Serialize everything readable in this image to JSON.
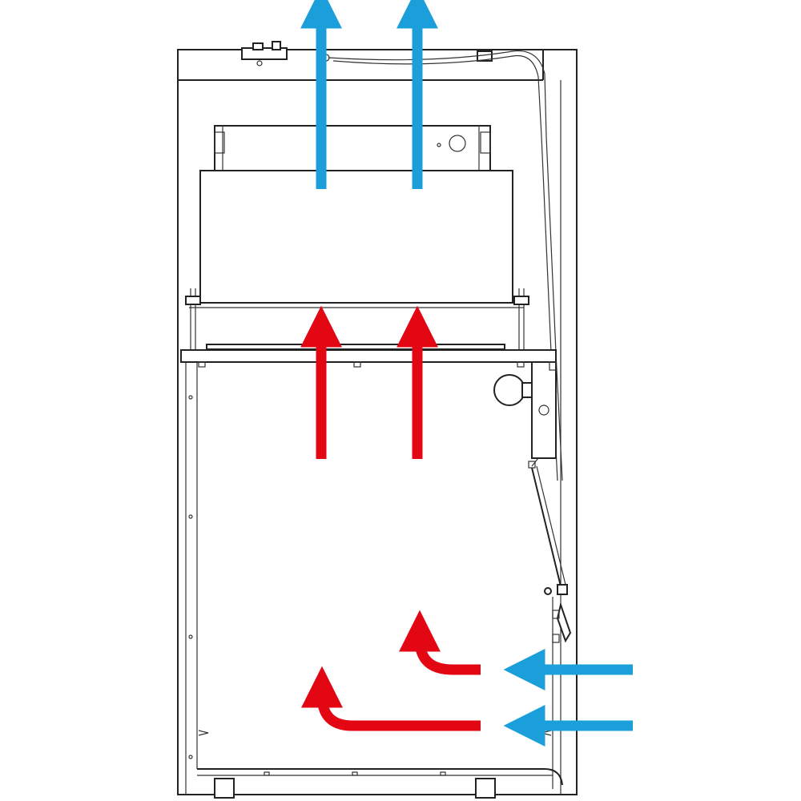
{
  "diagram": {
    "colors": {
      "cool_air": "#1a9fdb",
      "warm_air": "#e30613",
      "outline": "#222222",
      "background": "#ffffff"
    },
    "arrows": {
      "exhaust_outlet": {
        "color": "cool_air",
        "count": 2,
        "direction": "up"
      },
      "filter_upflow": {
        "color": "warm_air",
        "count": 2,
        "direction": "up"
      },
      "front_inflow": {
        "color": "cool_air",
        "count": 2,
        "direction": "left"
      },
      "interior_turn": {
        "color": "warm_air",
        "count": 2,
        "direction": "left-then-up"
      }
    }
  }
}
